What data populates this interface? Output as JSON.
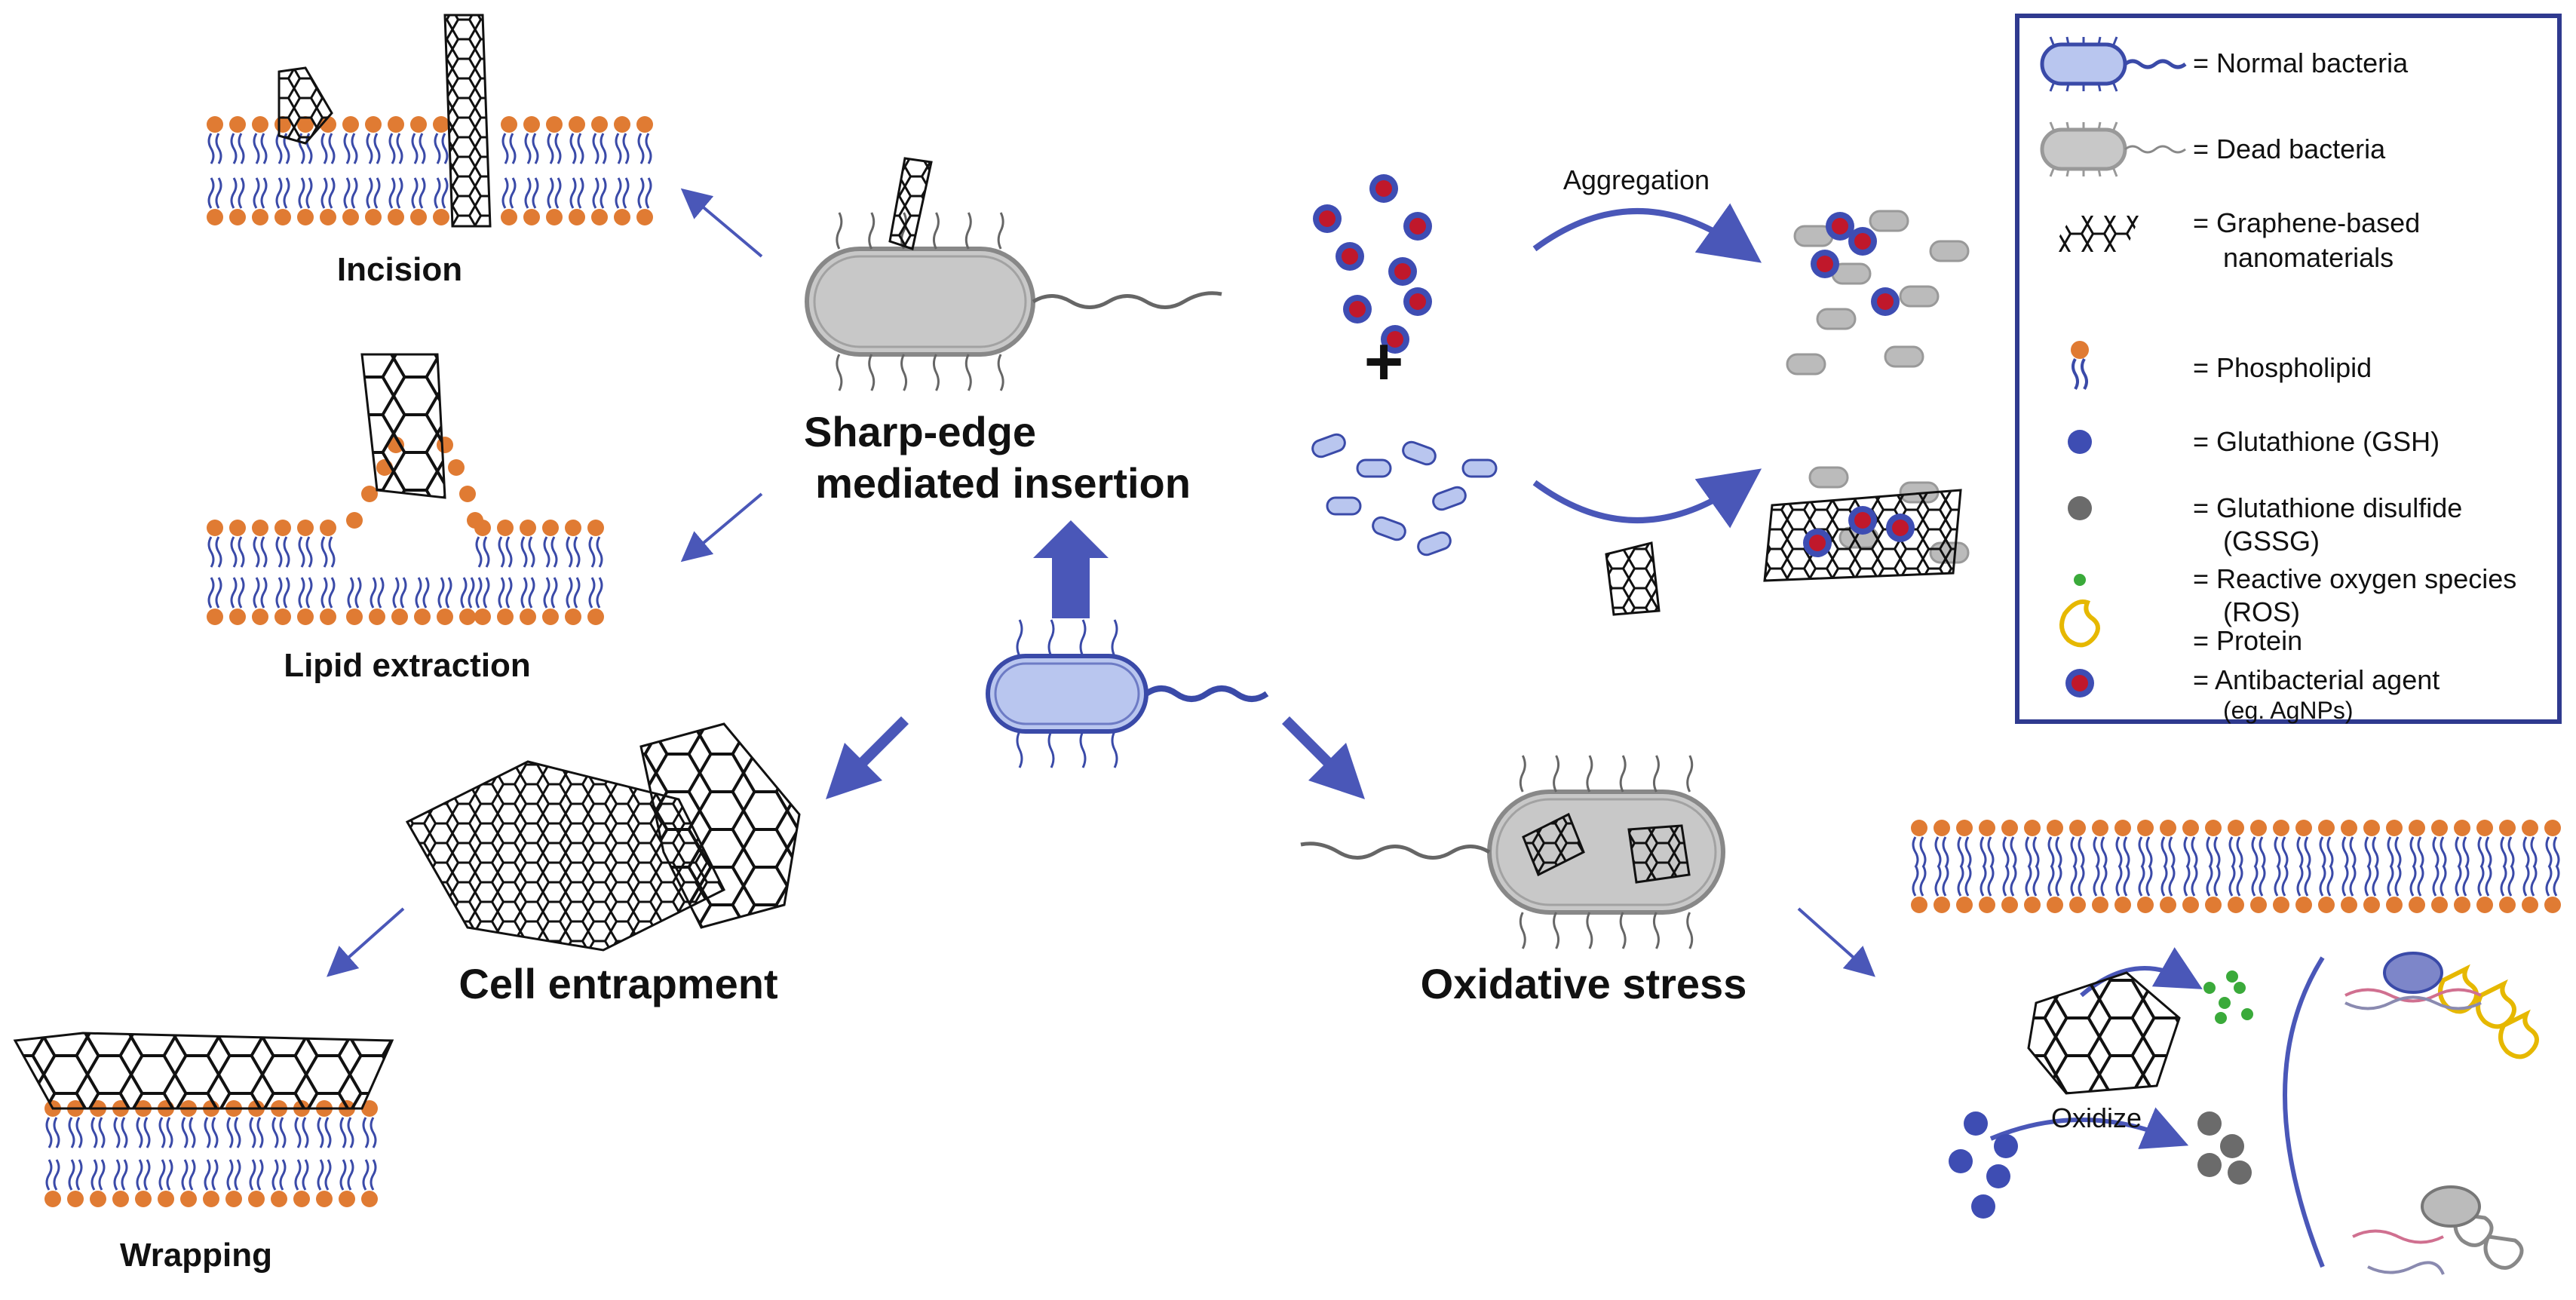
{
  "labels": {
    "incision": "Incision",
    "lipid_extraction": "Lipid extraction",
    "sharp_edge_line1": "Sharp-edge",
    "sharp_edge_line2": "mediated insertion",
    "cell_entrapment": "Cell entrapment",
    "wrapping": "Wrapping",
    "oxidative_stress": "Oxidative stress",
    "aggregation": "Aggregation",
    "plus": "+",
    "oxidize": "Oxidize"
  },
  "legend": [
    {
      "label": "= Normal bacteria",
      "icon": "normal-bacteria-icon"
    },
    {
      "label": "= Dead bacteria",
      "icon": "dead-bacteria-icon"
    },
    {
      "label": "= Graphene-based",
      "label2": "nanomaterials",
      "icon": "graphene-icon"
    },
    {
      "label": "= Phospholipid",
      "icon": "phospholipid-icon"
    },
    {
      "label": "= Glutathione (GSH)",
      "icon": "gsh-icon"
    },
    {
      "label": "= Glutathione disulfide",
      "label2": "(GSSG)",
      "icon": "gssg-icon"
    },
    {
      "label": "= Reactive oxygen species",
      "label2": "(ROS)",
      "icon": "ros-icon"
    },
    {
      "label": "= Protein",
      "icon": "protein-icon"
    },
    {
      "label": "= Antibacterial agent",
      "label2": "(eg. AgNPs)",
      "icon": "agnp-icon"
    }
  ],
  "colors": {
    "lipid_head": "#e07b33",
    "lipid_tail": "#3a4aa8",
    "bacteria_fill": "#b9c6ef",
    "bacteria_border": "#3a4aa8",
    "dead_fill": "#c8c8c8",
    "arrow_blue": "#4a57b8",
    "gsh": "#3e4db3",
    "gssg": "#6b6b6b",
    "ros": "#3aaa3a",
    "protein": "#e6b800",
    "agnp_outer": "#3e4db3",
    "agnp_inner": "#c0182b",
    "legend_border": "#2f3a8f"
  }
}
